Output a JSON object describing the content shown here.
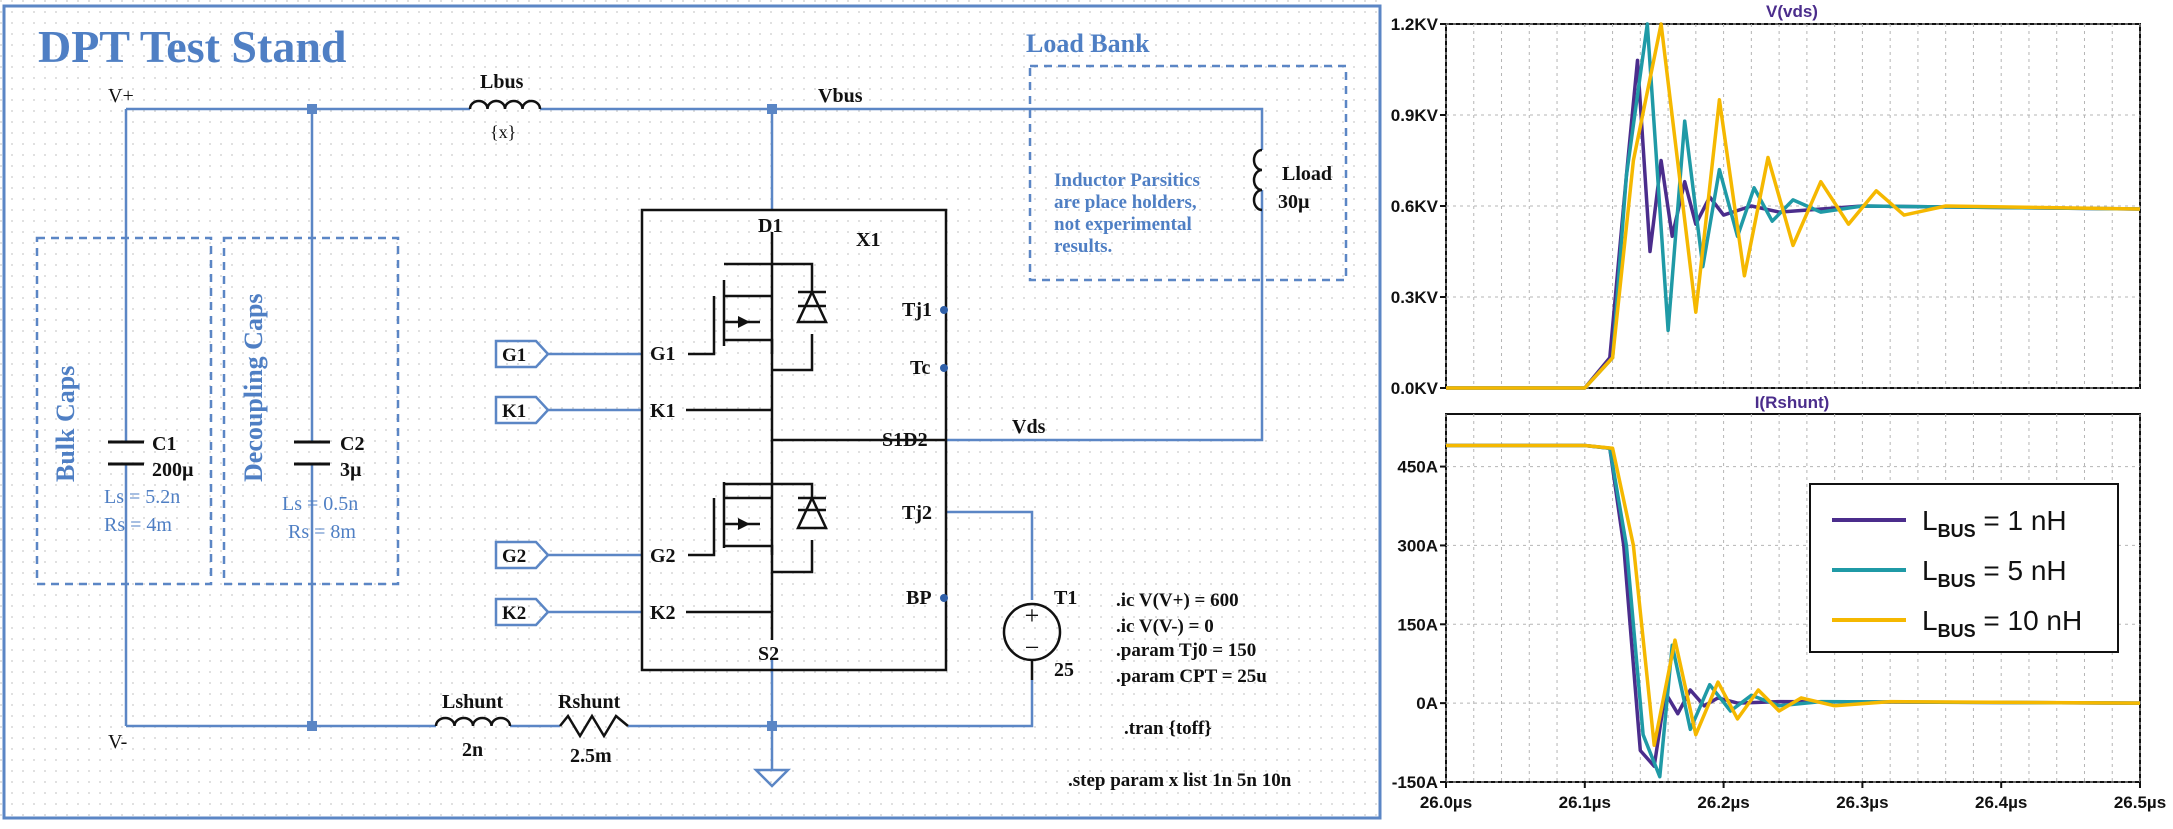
{
  "schematic": {
    "title": "DPT Test Stand",
    "rails": {
      "top": "V+",
      "bottom": "V-",
      "bus": "Vbus",
      "vds": "Vds"
    },
    "groups": {
      "load_bank": "Load Bank",
      "bulk_caps": "Bulk Caps",
      "decoupling_caps": "Decoupling Caps",
      "note": [
        "Inductor Parsitics",
        "are place holders,",
        "not experimental",
        "results."
      ]
    },
    "components": {
      "lbus": {
        "name": "Lbus",
        "value": "{x}"
      },
      "lload": {
        "name": "Lload",
        "value": "30µ"
      },
      "c1": {
        "name": "C1",
        "value": "200µ",
        "ls": "Ls = 5.2n",
        "rs": "Rs = 4m"
      },
      "c2": {
        "name": "C2",
        "value": "3µ",
        "ls": "Ls = 0.5n",
        "rs": "Rs = 8m"
      },
      "lshunt": {
        "name": "Lshunt",
        "value": "2n"
      },
      "rshunt": {
        "name": "Rshunt",
        "value": "2.5m"
      },
      "t1": {
        "name": "T1",
        "value": "25"
      }
    },
    "module": {
      "name": "X1",
      "pins_left": [
        "G1",
        "K1",
        "G2",
        "K2"
      ],
      "pins_right": [
        "Tj1",
        "Tc",
        "S1D2",
        "Tj2",
        "BP"
      ],
      "pin_top": "D1",
      "pin_bottom": "S2"
    },
    "ports": [
      "G1",
      "K1",
      "G2",
      "K2"
    ],
    "directives": [
      ".ic V(V+) = 600",
      ".ic V(V-) = 0",
      ".param Tj0 = 150",
      ".param CPT = 25u",
      ".tran {toff}",
      ".step param x list 1n 5n 10n"
    ]
  },
  "colors": {
    "wire": "#5b86c5",
    "label_blue": "#4f7fc4",
    "text": "#111111",
    "series_1nH": "#4b2d8c",
    "series_5nH": "#1f9aa6",
    "series_10nH": "#f5b800"
  },
  "chart_data": [
    {
      "type": "line",
      "title": "V(vds)",
      "x_ticks": [
        "26.0µs",
        "26.1µs",
        "26.2µs",
        "26.3µs",
        "26.4µs",
        "26.5µs"
      ],
      "y_ticks": [
        "0.0KV",
        "0.3KV",
        "0.6KV",
        "0.9KV",
        "1.2KV"
      ],
      "xlim_us": [
        26.0,
        26.5
      ],
      "ylim_kv": [
        0,
        1.2
      ],
      "grid": true,
      "series": [
        {
          "name": "LBUS = 1 nH",
          "color": "#4b2d8c",
          "x_us": [
            26.0,
            26.1,
            26.118,
            26.13,
            26.138,
            26.147,
            26.155,
            26.163,
            26.172,
            26.18,
            26.19,
            26.2,
            26.22,
            26.24,
            26.3,
            26.5
          ],
          "v_kv": [
            0,
            0,
            0.1,
            0.7,
            1.08,
            0.45,
            0.75,
            0.5,
            0.68,
            0.54,
            0.63,
            0.57,
            0.6,
            0.58,
            0.6,
            0.59
          ]
        },
        {
          "name": "LBUS = 5 nH",
          "color": "#1f9aa6",
          "x_us": [
            26.0,
            26.1,
            26.12,
            26.13,
            26.145,
            26.16,
            26.172,
            26.185,
            26.197,
            26.21,
            26.222,
            26.235,
            26.25,
            26.27,
            26.3,
            26.5
          ],
          "v_kv": [
            0,
            0,
            0.1,
            0.7,
            1.2,
            0.19,
            0.88,
            0.4,
            0.72,
            0.5,
            0.66,
            0.55,
            0.62,
            0.58,
            0.6,
            0.59
          ]
        },
        {
          "name": "LBUS = 10 nH",
          "color": "#f5b800",
          "x_us": [
            26.0,
            26.1,
            26.12,
            26.135,
            26.155,
            26.18,
            26.197,
            26.215,
            26.232,
            26.25,
            26.27,
            26.29,
            26.31,
            26.33,
            26.36,
            26.5
          ],
          "v_kv": [
            0,
            0,
            0.1,
            0.75,
            1.2,
            0.25,
            0.95,
            0.37,
            0.76,
            0.47,
            0.68,
            0.54,
            0.65,
            0.57,
            0.6,
            0.59
          ]
        }
      ]
    },
    {
      "type": "line",
      "title": "I(Rshunt)",
      "x_ticks": [
        "26.0µs",
        "26.1µs",
        "26.2µs",
        "26.3µs",
        "26.4µs",
        "26.5µs"
      ],
      "y_ticks": [
        "-150A",
        "0A",
        "150A",
        "300A",
        "450A"
      ],
      "xlim_us": [
        26.0,
        26.5
      ],
      "ylim_a": [
        -150,
        550
      ],
      "grid": true,
      "legend": "center-right",
      "series": [
        {
          "name": "LBUS = 1 nH",
          "color": "#4b2d8c",
          "x_us": [
            26.0,
            26.1,
            26.118,
            26.128,
            26.14,
            26.15,
            26.158,
            26.167,
            26.176,
            26.186,
            26.196,
            26.21,
            26.24,
            26.5
          ],
          "i_a": [
            490,
            490,
            485,
            300,
            -90,
            -120,
            20,
            -20,
            25,
            -5,
            10,
            0,
            3,
            0
          ]
        },
        {
          "name": "LBUS = 5 nH",
          "color": "#1f9aa6",
          "x_us": [
            26.0,
            26.1,
            26.118,
            26.13,
            26.142,
            26.154,
            26.163,
            26.176,
            26.19,
            26.205,
            26.22,
            26.24,
            26.27,
            26.5
          ],
          "i_a": [
            490,
            490,
            485,
            300,
            -60,
            -140,
            110,
            -50,
            35,
            -15,
            15,
            -5,
            3,
            0
          ]
        },
        {
          "name": "LBUS = 10 nH",
          "color": "#f5b800",
          "x_us": [
            26.0,
            26.1,
            26.12,
            26.135,
            26.15,
            26.165,
            26.18,
            26.196,
            26.21,
            26.225,
            26.24,
            26.256,
            26.28,
            26.32,
            26.5
          ],
          "i_a": [
            490,
            490,
            485,
            300,
            -80,
            120,
            -60,
            40,
            -30,
            25,
            -15,
            10,
            -5,
            3,
            0
          ]
        }
      ]
    }
  ],
  "legend": {
    "prefix": "L",
    "sub": "BUS",
    "items": [
      {
        "value": " = 1 nH",
        "color": "#4b2d8c"
      },
      {
        "value": " = 5 nH",
        "color": "#1f9aa6"
      },
      {
        "value": " = 10 nH",
        "color": "#f5b800"
      }
    ]
  }
}
